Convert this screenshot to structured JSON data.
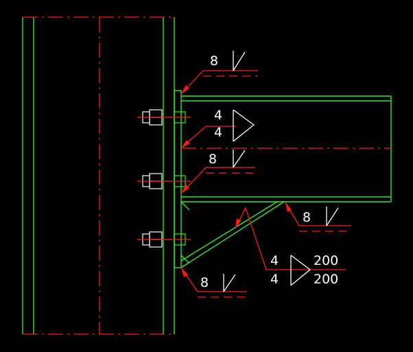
{
  "welds": {
    "top_flange": {
      "size": "8"
    },
    "web": {
      "size_top": "4",
      "size_bottom": "4"
    },
    "bottom_flange": {
      "size": "8"
    },
    "brace_top": {
      "size": "8"
    },
    "brace": {
      "size_top": "4",
      "length_top": "200",
      "size_bottom": "4",
      "length_bottom": "200"
    },
    "stiffener": {
      "size": "8"
    }
  },
  "colors": {
    "background": "#000000",
    "steel": "#2ee82e",
    "centerline": "#ff1a1a",
    "annotation": "#ffffff",
    "leader": "#ff1a1a"
  }
}
